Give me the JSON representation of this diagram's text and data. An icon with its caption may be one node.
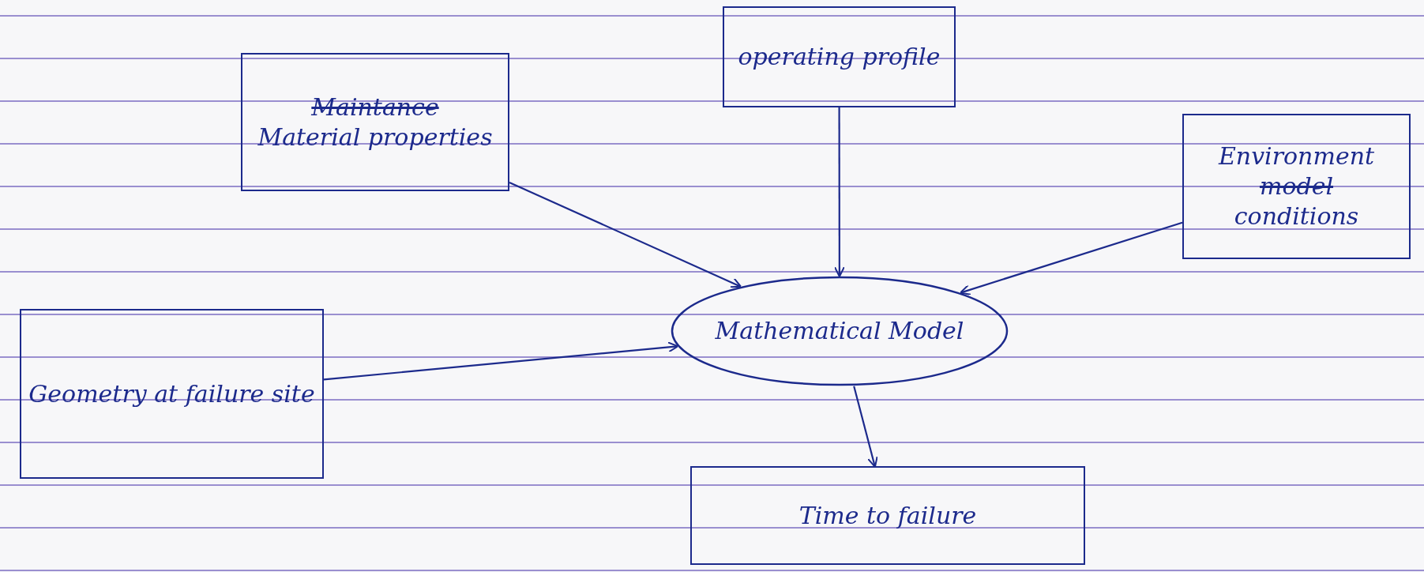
{
  "diagram": {
    "nodes": [
      {
        "text": [
          "Maintance",
          "Material properties"
        ]
      },
      {
        "text": [
          "operating profile"
        ]
      },
      {
        "text": [
          "Environment",
          "model",
          "conditions"
        ]
      },
      {
        "text": [
          "Geometry at failure site"
        ]
      },
      {
        "text": [
          "Mathematical Model"
        ]
      },
      {
        "text": [
          "Time to failure"
        ]
      }
    ],
    "edges": [
      {
        "from": 0,
        "to": 4,
        "arrow": "to"
      },
      {
        "from": 1,
        "to": 4,
        "arrow": "to"
      },
      {
        "from": 2,
        "to": 4,
        "arrow": "to"
      },
      {
        "from": 3,
        "to": 4,
        "arrow": "to"
      },
      {
        "from": 4,
        "to": 5,
        "arrow": "to"
      }
    ]
  }
}
